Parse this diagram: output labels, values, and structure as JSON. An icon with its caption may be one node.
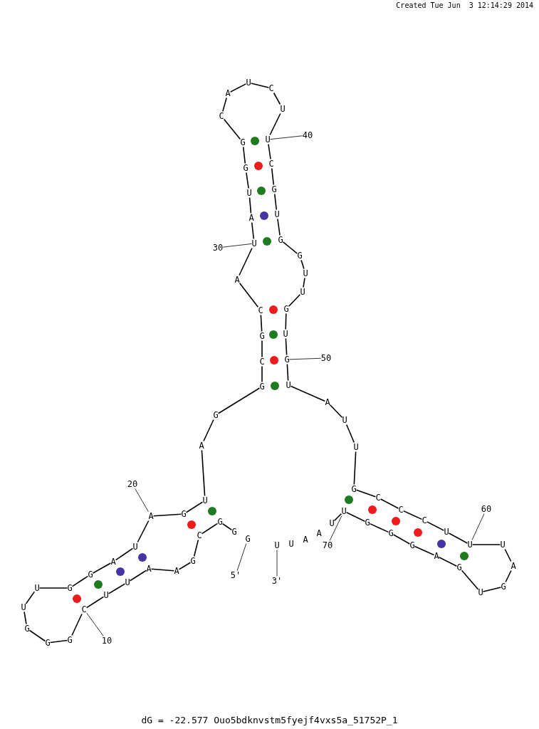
{
  "diagram": {
    "caption": "dG = -22.577 Ouo5bdknvstm5fyejf4vxs5a_51752P_1",
    "nodes": [
      {
        "text": [
          "G"
        ]
      },
      {
        "text": [
          "G"
        ]
      },
      {
        "text": [
          "G"
        ]
      },
      {
        "text": [
          "C"
        ]
      },
      {
        "text": [
          "G"
        ]
      },
      {
        "text": [
          "A"
        ]
      },
      {
        "text": [
          "A"
        ]
      },
      {
        "text": [
          "U"
        ]
      },
      {
        "text": [
          "U"
        ]
      },
      {
        "text": [
          "C"
        ]
      },
      {
        "text": [
          "G"
        ]
      },
      {
        "text": [
          "G"
        ]
      },
      {
        "text": [
          "G"
        ]
      },
      {
        "text": [
          "U"
        ]
      },
      {
        "text": [
          "U"
        ]
      },
      {
        "text": [
          "G"
        ]
      },
      {
        "text": [
          "G"
        ]
      },
      {
        "text": [
          "A"
        ]
      },
      {
        "text": [
          "U"
        ]
      },
      {
        "text": [
          "A"
        ]
      },
      {
        "text": [
          "G"
        ]
      },
      {
        "text": [
          "U"
        ]
      },
      {
        "text": [
          "A"
        ]
      },
      {
        "text": [
          "G"
        ]
      },
      {
        "text": [
          "G"
        ]
      },
      {
        "text": [
          "C"
        ]
      },
      {
        "text": [
          "G"
        ]
      },
      {
        "text": [
          "C"
        ]
      },
      {
        "text": [
          "A"
        ]
      },
      {
        "text": [
          "U"
        ]
      },
      {
        "text": [
          "A"
        ]
      },
      {
        "text": [
          "U"
        ]
      },
      {
        "text": [
          "G"
        ]
      },
      {
        "text": [
          "G"
        ]
      },
      {
        "text": [
          "C"
        ]
      },
      {
        "text": [
          "A"
        ]
      },
      {
        "text": [
          "U"
        ]
      },
      {
        "text": [
          "C"
        ]
      },
      {
        "text": [
          "U"
        ]
      },
      {
        "text": [
          "U"
        ]
      },
      {
        "text": [
          "C"
        ]
      },
      {
        "text": [
          "G"
        ]
      },
      {
        "text": [
          "U"
        ]
      },
      {
        "text": [
          "G"
        ]
      },
      {
        "text": [
          "G"
        ]
      },
      {
        "text": [
          "U"
        ]
      },
      {
        "text": [
          "U"
        ]
      },
      {
        "text": [
          "G"
        ]
      },
      {
        "text": [
          "U"
        ]
      },
      {
        "text": [
          "G"
        ]
      },
      {
        "text": [
          "U"
        ]
      },
      {
        "text": [
          "A"
        ]
      },
      {
        "text": [
          "U"
        ]
      },
      {
        "text": [
          "U"
        ]
      },
      {
        "text": [
          "G"
        ]
      },
      {
        "text": [
          "C"
        ]
      },
      {
        "text": [
          "C"
        ]
      },
      {
        "text": [
          "C"
        ]
      },
      {
        "text": [
          "U"
        ]
      },
      {
        "text": [
          "U"
        ]
      },
      {
        "text": [
          "U"
        ]
      },
      {
        "text": [
          "A"
        ]
      },
      {
        "text": [
          "G"
        ]
      },
      {
        "text": [
          "U"
        ]
      },
      {
        "text": [
          "G"
        ]
      },
      {
        "text": [
          "A"
        ]
      },
      {
        "text": [
          "G"
        ]
      },
      {
        "text": [
          "G"
        ]
      },
      {
        "text": [
          "G"
        ]
      },
      {
        "text": [
          "U"
        ]
      },
      {
        "text": [
          "U"
        ]
      },
      {
        "text": [
          "A"
        ]
      },
      {
        "text": [
          "A"
        ]
      },
      {
        "text": [
          "U"
        ]
      },
      {
        "text": [
          "U"
        ]
      },
      {
        "text": [
          "10"
        ]
      },
      {
        "text": [
          "20"
        ]
      },
      {
        "text": [
          "30"
        ]
      },
      {
        "text": [
          "40"
        ]
      },
      {
        "text": [
          "50"
        ]
      },
      {
        "text": [
          "60"
        ]
      },
      {
        "text": [
          "70"
        ]
      },
      {
        "text": [
          "5'"
        ]
      },
      {
        "text": [
          "3'"
        ]
      },
      {
        "text": [],
        "shape": "circle"
      },
      {
        "text": [],
        "shape": "circle"
      },
      {
        "text": [],
        "shape": "circle"
      },
      {
        "text": [],
        "shape": "circle"
      },
      {
        "text": [],
        "shape": "circle"
      },
      {
        "text": [],
        "shape": "circle"
      },
      {
        "text": [],
        "shape": "circle"
      },
      {
        "text": [],
        "shape": "circle"
      },
      {
        "text": [],
        "shape": "circle"
      },
      {
        "text": [],
        "shape": "circle"
      },
      {
        "text": [],
        "shape": "circle"
      },
      {
        "text": [],
        "shape": "circle"
      },
      {
        "text": [],
        "shape": "circle"
      },
      {
        "text": [],
        "shape": "circle"
      },
      {
        "text": [],
        "shape": "circle"
      },
      {
        "text": [],
        "shape": "circle"
      },
      {
        "text": [],
        "shape": "circle"
      },
      {
        "text": [],
        "shape": "circle"
      },
      {
        "text": [],
        "shape": "circle"
      },
      {
        "text": [],
        "shape": "circle"
      },
      {
        "text": [],
        "shape": "circle"
      }
    ],
    "edges": [
      {
        "from": 1,
        "to": 2,
        "arrow": "none"
      },
      {
        "from": 2,
        "to": 3,
        "arrow": "none"
      },
      {
        "from": 3,
        "to": 4,
        "arrow": "none"
      },
      {
        "from": 4,
        "to": 5,
        "arrow": "none"
      },
      {
        "from": 5,
        "to": 6,
        "arrow": "none"
      },
      {
        "from": 6,
        "to": 7,
        "arrow": "none"
      },
      {
        "from": 7,
        "to": 8,
        "arrow": "none"
      },
      {
        "from": 8,
        "to": 9,
        "arrow": "none"
      },
      {
        "from": 9,
        "to": 10,
        "arrow": "none"
      },
      {
        "from": 10,
        "to": 11,
        "arrow": "none"
      },
      {
        "from": 11,
        "to": 12,
        "arrow": "none"
      },
      {
        "from": 12,
        "to": 13,
        "arrow": "none"
      },
      {
        "from": 13,
        "to": 14,
        "arrow": "none"
      },
      {
        "from": 14,
        "to": 15,
        "arrow": "none"
      },
      {
        "from": 15,
        "to": 16,
        "arrow": "none"
      },
      {
        "from": 16,
        "to": 17,
        "arrow": "none"
      },
      {
        "from": 17,
        "to": 18,
        "arrow": "none"
      },
      {
        "from": 18,
        "to": 19,
        "arrow": "none"
      },
      {
        "from": 19,
        "to": 20,
        "arrow": "none"
      },
      {
        "from": 20,
        "to": 21,
        "arrow": "none"
      },
      {
        "from": 21,
        "to": 22,
        "arrow": "none"
      },
      {
        "from": 22,
        "to": 23,
        "arrow": "none"
      },
      {
        "from": 23,
        "to": 24,
        "arrow": "none"
      },
      {
        "from": 24,
        "to": 25,
        "arrow": "none"
      },
      {
        "from": 25,
        "to": 26,
        "arrow": "none"
      },
      {
        "from": 26,
        "to": 27,
        "arrow": "none"
      },
      {
        "from": 27,
        "to": 28,
        "arrow": "none"
      },
      {
        "from": 28,
        "to": 29,
        "arrow": "none"
      },
      {
        "from": 29,
        "to": 30,
        "arrow": "none"
      },
      {
        "from": 30,
        "to": 31,
        "arrow": "none"
      },
      {
        "from": 31,
        "to": 32,
        "arrow": "none"
      },
      {
        "from": 32,
        "to": 33,
        "arrow": "none"
      },
      {
        "from": 33,
        "to": 34,
        "arrow": "none"
      },
      {
        "from": 34,
        "to": 35,
        "arrow": "none"
      },
      {
        "from": 35,
        "to": 36,
        "arrow": "none"
      },
      {
        "from": 36,
        "to": 37,
        "arrow": "none"
      },
      {
        "from": 37,
        "to": 38,
        "arrow": "none"
      },
      {
        "from": 38,
        "to": 39,
        "arrow": "none"
      },
      {
        "from": 39,
        "to": 40,
        "arrow": "none"
      },
      {
        "from": 40,
        "to": 41,
        "arrow": "none"
      },
      {
        "from": 41,
        "to": 42,
        "arrow": "none"
      },
      {
        "from": 42,
        "to": 43,
        "arrow": "none"
      },
      {
        "from": 43,
        "to": 44,
        "arrow": "none"
      },
      {
        "from": 44,
        "to": 45,
        "arrow": "none"
      },
      {
        "from": 45,
        "to": 46,
        "arrow": "none"
      },
      {
        "from": 46,
        "to": 47,
        "arrow": "none"
      },
      {
        "from": 47,
        "to": 48,
        "arrow": "none"
      },
      {
        "from": 48,
        "to": 49,
        "arrow": "none"
      },
      {
        "from": 49,
        "to": 50,
        "arrow": "none"
      },
      {
        "from": 50,
        "to": 51,
        "arrow": "none"
      },
      {
        "from": 51,
        "to": 52,
        "arrow": "none"
      },
      {
        "from": 52,
        "to": 53,
        "arrow": "none"
      },
      {
        "from": 53,
        "to": 54,
        "arrow": "none"
      },
      {
        "from": 54,
        "to": 55,
        "arrow": "none"
      },
      {
        "from": 55,
        "to": 56,
        "arrow": "none"
      },
      {
        "from": 56,
        "to": 57,
        "arrow": "none"
      },
      {
        "from": 57,
        "to": 58,
        "arrow": "none"
      },
      {
        "from": 58,
        "to": 59,
        "arrow": "none"
      },
      {
        "from": 59,
        "to": 60,
        "arrow": "none"
      },
      {
        "from": 60,
        "to": 61,
        "arrow": "none"
      },
      {
        "from": 61,
        "to": 62,
        "arrow": "none"
      },
      {
        "from": 62,
        "to": 63,
        "arrow": "none"
      },
      {
        "from": 63,
        "to": 64,
        "arrow": "none"
      },
      {
        "from": 64,
        "to": 65,
        "arrow": "none"
      },
      {
        "from": 65,
        "to": 66,
        "arrow": "none"
      },
      {
        "from": 66,
        "to": 67,
        "arrow": "none"
      },
      {
        "from": 67,
        "to": 68,
        "arrow": "none"
      },
      {
        "from": 68,
        "to": 69,
        "arrow": "none"
      },
      {
        "from": 69,
        "to": 70,
        "arrow": "none"
      },
      {
        "from": 75,
        "to": 9,
        "arrow": "none"
      },
      {
        "from": 76,
        "to": 19,
        "arrow": "none"
      },
      {
        "from": 77,
        "to": 29,
        "arrow": "none"
      },
      {
        "from": 78,
        "to": 39,
        "arrow": "none"
      },
      {
        "from": 79,
        "to": 49,
        "arrow": "none"
      },
      {
        "from": 80,
        "to": 59,
        "arrow": "none"
      },
      {
        "from": 81,
        "to": 69,
        "arrow": "none"
      },
      {
        "from": 82,
        "to": 0,
        "arrow": "none"
      },
      {
        "from": 83,
        "to": 74,
        "arrow": "none"
      }
    ],
    "labels": [
      "Created Tue Jun  3 12:14:29 2014"
    ]
  }
}
